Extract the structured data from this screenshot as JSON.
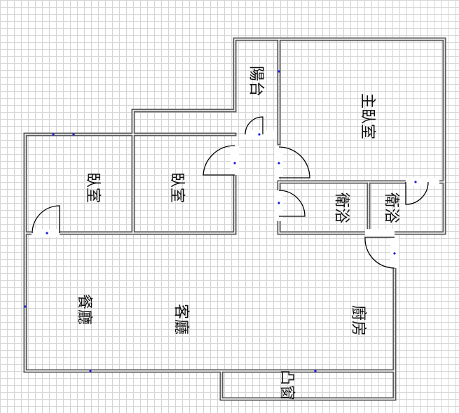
{
  "rooms": {
    "balcony": "陽台",
    "master_bedroom": "主臥室",
    "bedroom_1": "臥室",
    "bedroom_2": "臥室",
    "bathroom_1": "衛浴",
    "bathroom_2": "衛浴",
    "dining_room": "餐廳",
    "living_room": "客廳",
    "kitchen": "廚房",
    "bay_window": "凸窗"
  },
  "colors": {
    "wall": "#5a5a5a",
    "wall_inner": "#ffffff",
    "door": "#000000",
    "marker": "#1a1adf",
    "grid": "#d6d6d6"
  }
}
